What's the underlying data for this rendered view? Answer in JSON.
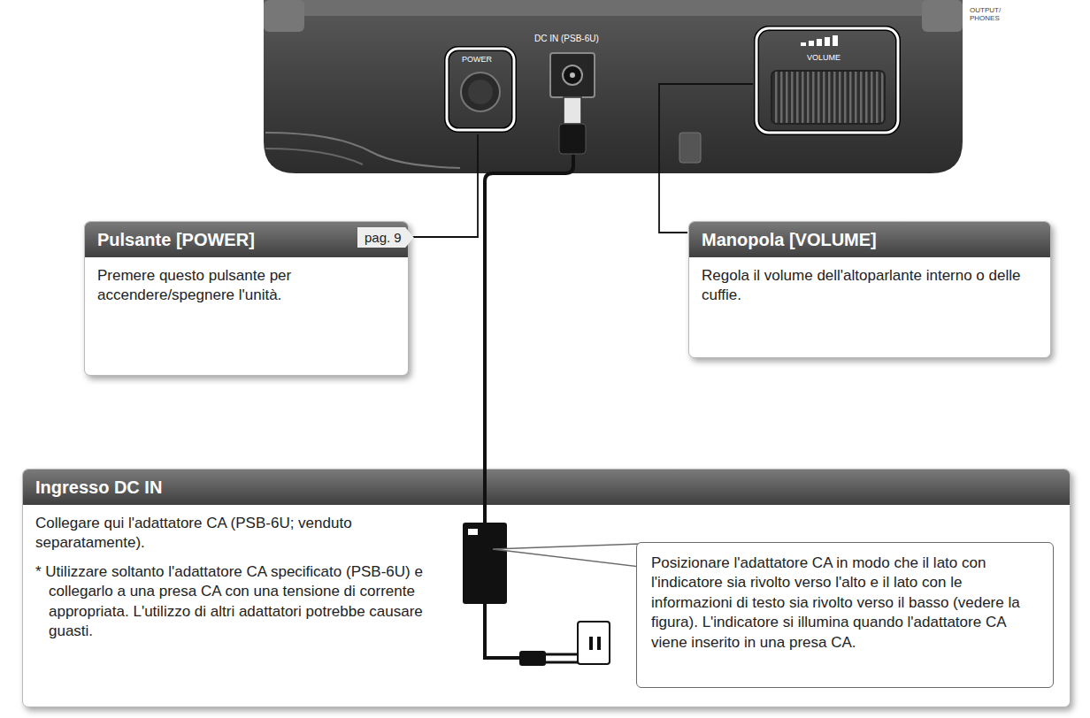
{
  "diagram": {
    "nodes": [
      {
        "text": [
          "Pulsante [POWER]",
          "Premere questo pulsante per accendere/spegnere l'unità."
        ]
      },
      {
        "text": [
          "Manopola [VOLUME]",
          "Regola il volume dell'altoparlante interno o delle cuffie."
        ]
      },
      {
        "text": [
          "Ingresso DC IN",
          "Collegare qui l'adattatore CA (PSB-6U; venduto separatamente).",
          "* Utilizzare soltanto l'adattatore CA specificato (PSB-6U) e collegarlo a una presa CA con una tensione di corrente appropriata. L'utilizzo di altri adattatori potrebbe causare guasti."
        ]
      },
      {
        "text": [
          "Posizionare l'adattatore CA in modo che il lato con l'indicatore sia rivolto verso l'alto e il lato con le informazioni di testo sia rivolto verso il basso (vedere la figura). L'indicatore si illumina quando l'adattatore CA viene inserito in una presa CA."
        ],
        "in": 2
      }
    ],
    "labels": [
      "pag. 9",
      "POWER",
      "DC IN (PSB-6U)",
      "VOLUME",
      "OUTPUT/ PHONES"
    ]
  }
}
